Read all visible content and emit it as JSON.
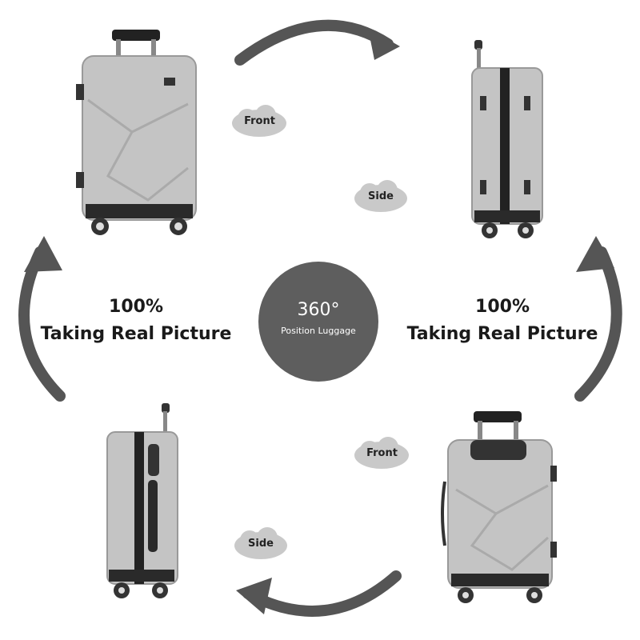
{
  "center": {
    "degrees": "360°",
    "caption": "Position Luggage"
  },
  "captions": {
    "left": {
      "line1": "100%",
      "line2": "Taking Real Picture"
    },
    "right": {
      "line1": "100%",
      "line2": "Taking Real Picture"
    }
  },
  "clouds": {
    "top_front": "Front",
    "top_side": "Side",
    "bottom_front": "Front",
    "bottom_side": "Side"
  },
  "colors": {
    "arrow": "#555555",
    "circle": "#5e5e5e",
    "cloud": "#c9c9c9",
    "luggage": "#c4c4c4"
  }
}
